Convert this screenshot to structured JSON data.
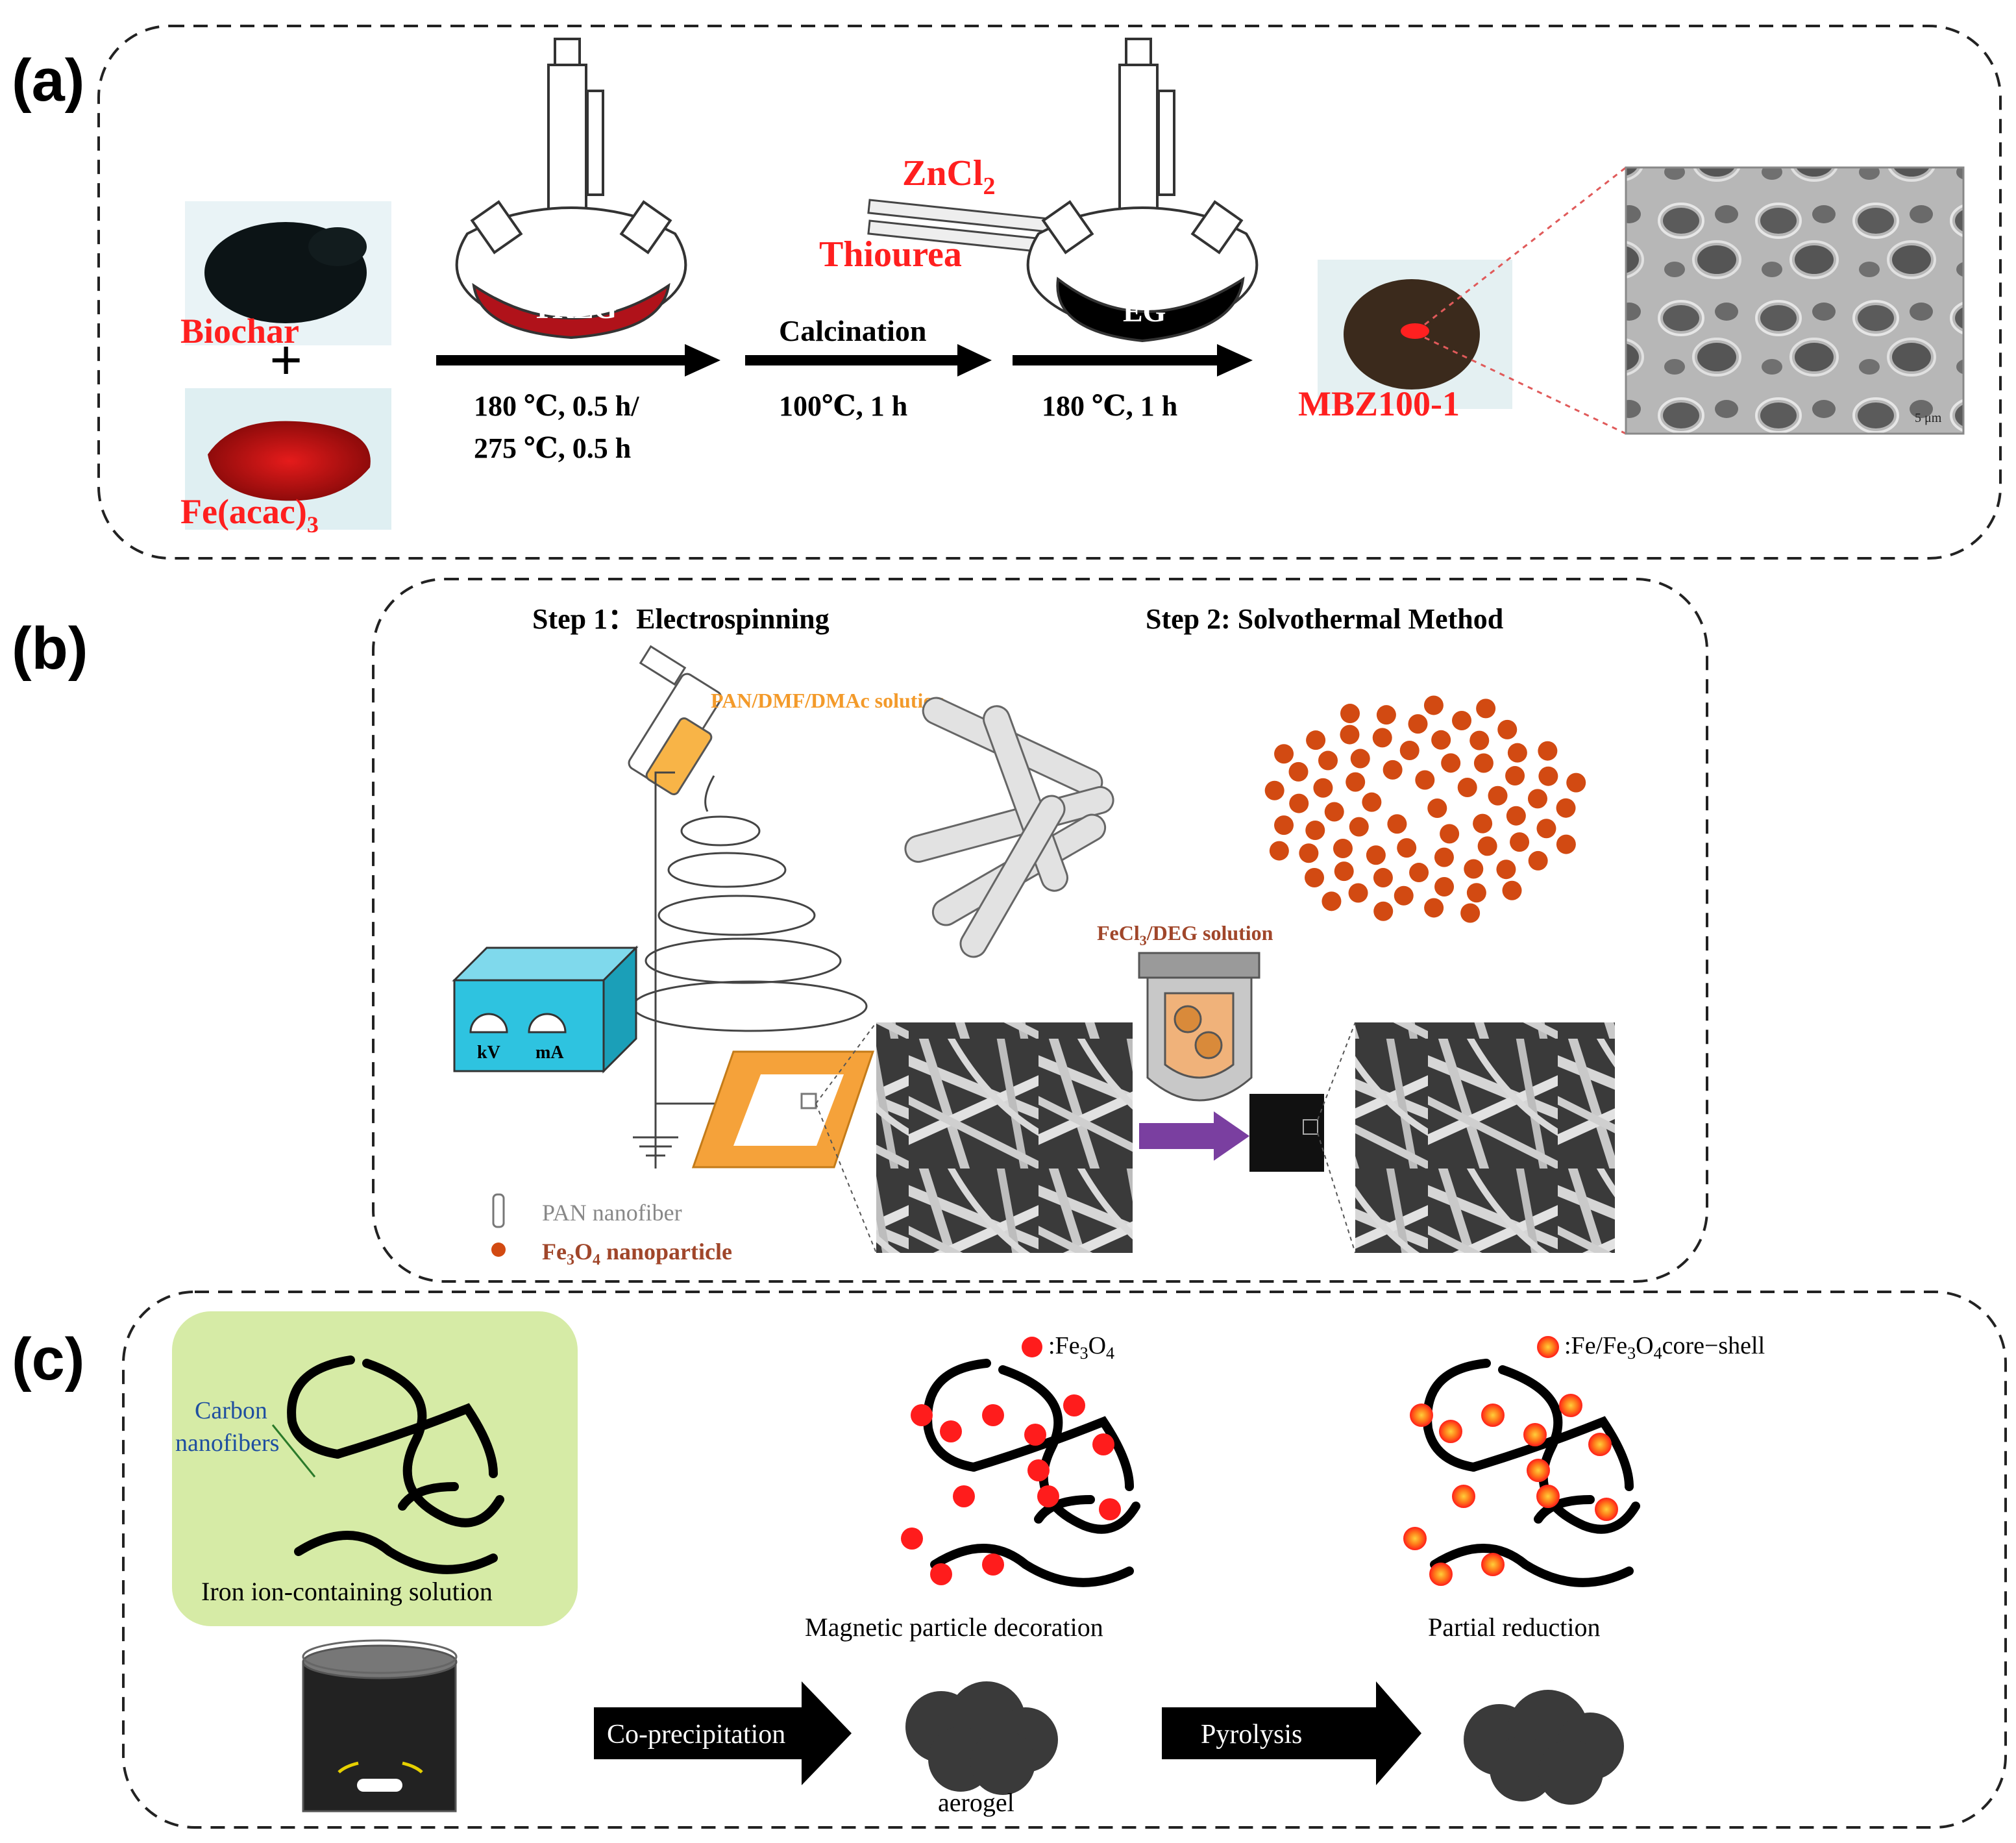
{
  "panels": {
    "a": {
      "letter": "(a)",
      "biochar_label": "Biochar",
      "plus": "+",
      "feacac_label": "Fe(acac)",
      "feacac_sub": "3",
      "flask1_label": "TREG",
      "cond1_line1": "180 ℃, 0.5 h/",
      "cond1_line2": "275 ℃, 0.5 h",
      "calcination_label": "Calcination",
      "cond2": "100℃, 1 h",
      "zncl_label": "ZnCl",
      "zncl_sub": "2",
      "thiourea_label": "Thiourea",
      "flask2_label": "EG",
      "cond3": "180 ℃, 1 h",
      "product_label": "MBZ100-1",
      "sem_scale": "5 μm"
    },
    "b": {
      "letter": "(b)",
      "step1": "Step 1：Electrospinning",
      "step2": "Step 2: Solvothermal Method",
      "solution_label": "PAN/DMF/DMAc solution",
      "fecl_label_pre": "FeCl",
      "fecl_sub": "3",
      "fecl_label_post": "/DEG solution",
      "kv": "kV",
      "ma": "mA",
      "legend_pan": "PAN nanofiber",
      "legend_fe_pre": "Fe",
      "legend_fe_sub1": "3",
      "legend_fe_mid": "O",
      "legend_fe_sub2": "4",
      "legend_fe_post": " nanoparticle"
    },
    "c": {
      "letter": "(c)",
      "carbon_line1": "Carbon",
      "carbon_line2": "nanofibers",
      "solution_label": "Iron ion-containing solution",
      "legend1_pre": ":Fe",
      "legend1_sub1": "3",
      "legend1_mid": "O",
      "legend1_sub2": "4",
      "legend2_pre": ":Fe/Fe",
      "legend2_sub1": "3",
      "legend2_mid": "O",
      "legend2_sub2": "4",
      "legend2_post": "core−shell",
      "decoration_label": "Magnetic particle decoration",
      "reduction_label": "Partial reduction",
      "coprecip_label": "Co-precipitation",
      "pyrolysis_label": "Pyrolysis",
      "aerogel_label": "aerogel"
    }
  },
  "colors": {
    "red_label": "#ff1f1f",
    "orange_label": "#f39a2a",
    "brown_label": "#a0462a",
    "fe3o4_particle": "#d24a12",
    "box_cyan": "#2ec3e0",
    "frame_orange": "#f5a23a",
    "purple_arrow": "#7a3fa0",
    "green_bg": "#d6eba6",
    "red_dot": "#ff1c1c",
    "flask_red": "#b0121a"
  }
}
